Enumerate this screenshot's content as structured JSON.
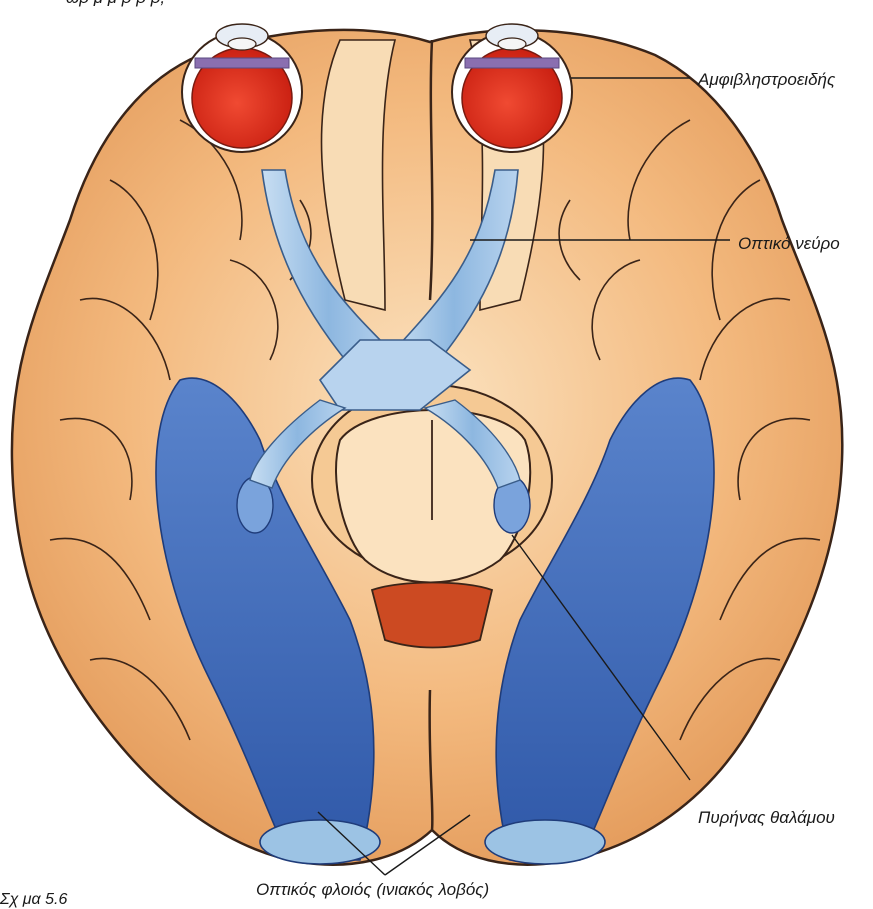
{
  "figure": {
    "labels": {
      "retina": "Αμφιβληστροειδής",
      "optic_nerve": "Οπτικό νεύρο",
      "thalamus_nucleus": "Πυρήνας θαλάμου",
      "visual_cortex": "Οπτικός φλοιός (ινιακός λοβός)"
    },
    "cropped_text": {
      "top": "ωρ μ   μ   ρ ρ   ρ,",
      "bottom": "Σχ μα 5.6"
    },
    "colors": {
      "brain": "#f3b97e",
      "brain_light": "#f8d9b0",
      "sulci": "#3a2418",
      "visual_pathway": "#3d68b8",
      "optic_nerve": "#9cc3e4",
      "eye": "#e0301e",
      "brainstem_red": "#cc4a22"
    }
  }
}
